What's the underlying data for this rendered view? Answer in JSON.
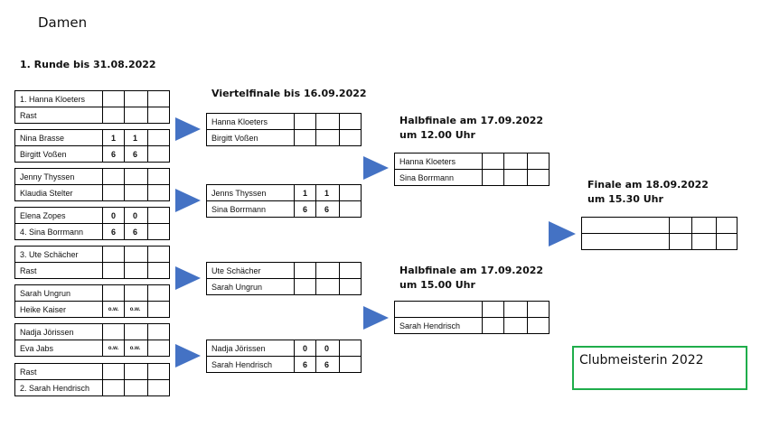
{
  "title": "Damen",
  "rounds": {
    "r1": "1. Runde bis 31.08.2022",
    "qf": "Viertelfinale bis 16.09.2022",
    "sf1_line1": "Halbfinale am 17.09.2022",
    "sf1_line2": "um 12.00 Uhr",
    "sf2_line1": "Halbfinale am 17.09.2022",
    "sf2_line2": "um 15.00 Uhr",
    "final_line1": "Finale am 18.09.2022",
    "final_line2": "um 15.30 Uhr"
  },
  "r1_matches": [
    {
      "p1": "1. Hanna Kloeters",
      "p2": "Rast",
      "s1": [
        "",
        ""
      ],
      "s2": [
        "",
        ""
      ]
    },
    {
      "p1": "Nina Brasse",
      "p2": "Birgitt Voßen",
      "s1": [
        "1",
        "1"
      ],
      "s2": [
        "6",
        "6"
      ]
    },
    {
      "p1": "Jenny Thyssen",
      "p2": "Klaudia Stelter",
      "s1": [
        "",
        ""
      ],
      "s2": [
        "",
        ""
      ]
    },
    {
      "p1": "Elena Zopes",
      "p2": "4. Sina Borrmann",
      "s1": [
        "0",
        "0"
      ],
      "s2": [
        "6",
        "6"
      ]
    },
    {
      "p1": "3. Ute Schächer",
      "p2": "Rast",
      "s1": [
        "",
        ""
      ],
      "s2": [
        "",
        ""
      ]
    },
    {
      "p1": "Sarah Ungrun",
      "p2": "Heike Kaiser",
      "s1": [
        "",
        ""
      ],
      "s2": [
        "o.w.",
        "o.w."
      ]
    },
    {
      "p1": "Nadja Jörissen",
      "p2": "Eva Jabs",
      "s1": [
        "",
        ""
      ],
      "s2": [
        "o.w.",
        "o.w."
      ]
    },
    {
      "p1": "Rast",
      "p2": "2. Sarah Hendrisch",
      "s1": [
        "",
        ""
      ],
      "s2": [
        "",
        ""
      ]
    }
  ],
  "qf_matches": [
    {
      "p1": "Hanna Kloeters",
      "p2": "Birgitt Voßen",
      "s1": [
        "",
        ""
      ],
      "s2": [
        "",
        ""
      ]
    },
    {
      "p1": "Jenns Thyssen",
      "p2": "Sina Borrmann",
      "s1": [
        "1",
        "1"
      ],
      "s2": [
        "6",
        "6"
      ]
    },
    {
      "p1": "Ute Schächer",
      "p2": "Sarah Ungrun",
      "s1": [
        "",
        ""
      ],
      "s2": [
        "",
        ""
      ]
    },
    {
      "p1": "Nadja Jörissen",
      "p2": "Sarah Hendrisch",
      "s1": [
        "0",
        "0"
      ],
      "s2": [
        "6",
        "6"
      ]
    }
  ],
  "sf_matches": [
    {
      "p1": "Hanna Kloeters",
      "p2": "Sina Borrmann"
    },
    {
      "p1": "",
      "p2": "Sarah Hendrisch"
    }
  ],
  "final_match": {
    "p1": "",
    "p2": ""
  },
  "champion_label": "Clubmeisterin 2022",
  "colors": {
    "arrow": "#4472c4",
    "champion_border": "#1fad4b"
  }
}
